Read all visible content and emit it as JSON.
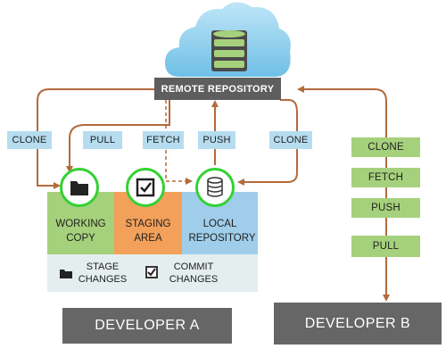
{
  "remote": {
    "label": "REMOTE REPOSITORY"
  },
  "developer_a": {
    "title": "DEVELOPER A",
    "commands": {
      "clone_left": "CLONE",
      "pull": "PULL",
      "fetch": "FETCH",
      "push": "PUSH",
      "clone_right": "CLONE"
    },
    "areas": {
      "working_copy": "WORKING COPY",
      "staging_area": "STAGING AREA",
      "local_repository": "LOCAL REPOSITORY"
    },
    "legend": {
      "stage": "STAGE CHANGES",
      "commit": "COMMIT CHANGES"
    }
  },
  "developer_b": {
    "title": "DEVELOPER B",
    "commands": [
      "CLONE",
      "FETCH",
      "PUSH",
      "PULL"
    ]
  },
  "colors": {
    "arrow": "#b46a3c",
    "label_blue": "#b6dcef",
    "working_copy": "#a6d17c",
    "staging_area": "#f2a05a",
    "local_repository": "#9fcdea",
    "highlight_ring": "#33d133",
    "dark_box": "#5e5e5e"
  },
  "icons": [
    "cloud-icon",
    "database-icon",
    "folder-icon",
    "checkbox-icon"
  ]
}
